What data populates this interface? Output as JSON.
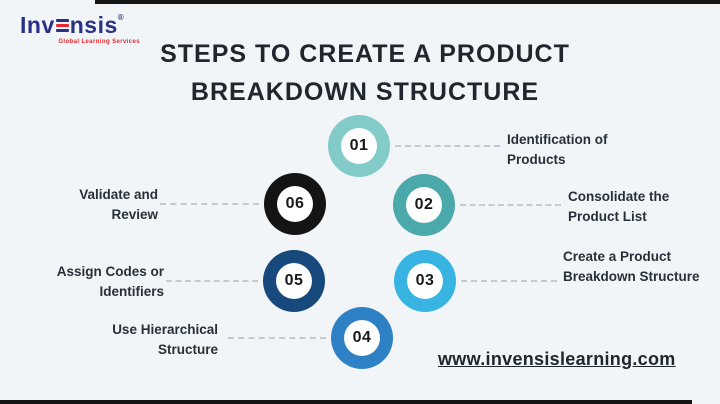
{
  "page": {
    "background": "#f1f5f8"
  },
  "logo": {
    "brand_prefix": "Inv",
    "brand_suffix": "nsis",
    "registered_mark": "®",
    "tagline": "Global Learning Services",
    "navy": "#2b3087",
    "red": "#e8262d"
  },
  "title": "STEPS TO CREATE A PRODUCT BREAKDOWN STRUCTURE",
  "steps": [
    {
      "number": "01",
      "label": "Identification of Products",
      "color": "#82cbc9",
      "side": "right"
    },
    {
      "number": "02",
      "label": "Consolidate the Product List",
      "color": "#4ba9ab",
      "side": "right"
    },
    {
      "number": "03",
      "label": "Create a Product Breakdown Structure",
      "color": "#38b4e2",
      "side": "right"
    },
    {
      "number": "04",
      "label": "Use Hierarchical Structure",
      "color": "#2e81c4",
      "side": "left"
    },
    {
      "number": "05",
      "label": "Assign Codes or Identifiers",
      "color": "#17497d",
      "side": "left"
    },
    {
      "number": "06",
      "label": "Validate and Review",
      "color": "#141414",
      "side": "left"
    }
  ],
  "footer": {
    "website": "www.invensislearning.com"
  }
}
